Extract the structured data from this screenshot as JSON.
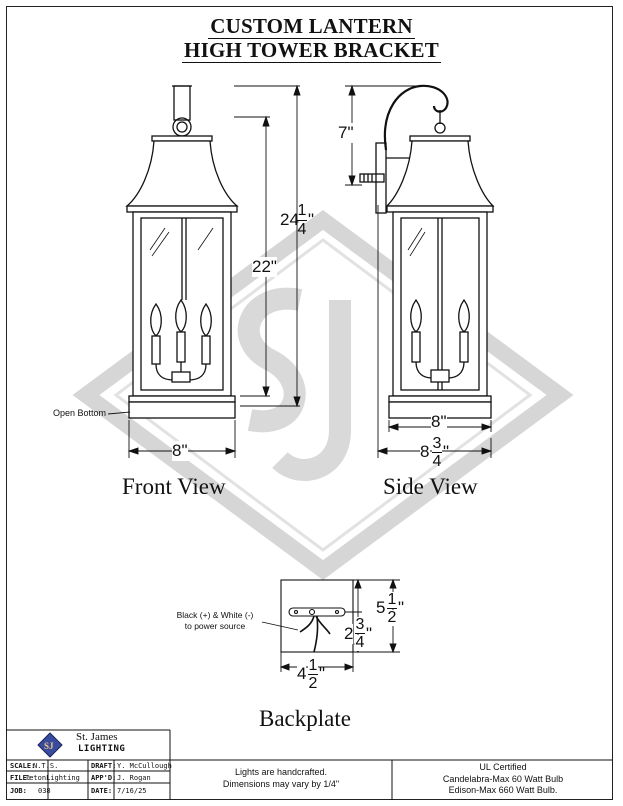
{
  "title": {
    "line1": "CUSTOM LANTERN",
    "line2": "HIGH TOWER BRACKET"
  },
  "views": {
    "front": "Front View",
    "side": "Side View",
    "backplate": "Backplate"
  },
  "dimensions": {
    "front_overall_whole": "24",
    "front_overall_num": "1",
    "front_overall_den": "4",
    "front_overall_unit": "\"",
    "front_body": "22\"",
    "front_width": "8\"",
    "side_arm": "7\"",
    "side_width": "8\"",
    "side_depth_whole": "8",
    "side_depth_num": "3",
    "side_depth_den": "4",
    "side_depth_unit": "\"",
    "bp_height_whole": "5",
    "bp_height_num": "1",
    "bp_height_den": "2",
    "bp_height_unit": "\"",
    "bp_center_whole": "2",
    "bp_center_num": "3",
    "bp_center_den": "4",
    "bp_center_unit": "\"",
    "bp_width_whole": "4",
    "bp_width_num": "1",
    "bp_width_den": "2",
    "bp_width_unit": "\""
  },
  "annotations": {
    "open_bottom": "Open Bottom",
    "wiring_line1": "Black (+) & White (-)",
    "wiring_line2": "to power source"
  },
  "title_block": {
    "company_line1": "St. James",
    "company_line2": "LIGHTING",
    "scale_label": "SCALE:",
    "scale_value": "N.T.S.",
    "draft_label": "DRAFT:",
    "draft_value": "Y. McCullough",
    "file_label": "FILE:",
    "file_value": "TetonLighting",
    "appd_label": "APP'D:",
    "appd_value": "J. Rogan",
    "job_label": "JOB:",
    "job_value": "038",
    "date_label": "DATE:",
    "date_value": "7/16/25",
    "note_line1": "Lights are handcrafted.",
    "note_line2": "Dimensions may vary by 1/4\"",
    "ul_line1": "UL Certified",
    "ul_line2": "Candelabra-Max 60 Watt Bulb",
    "ul_line3": "Edison-Max 660 Watt Bulb."
  },
  "colors": {
    "line": "#111111",
    "watermark": "#d4d4d4",
    "logo_blue": "#3a4a9c"
  }
}
